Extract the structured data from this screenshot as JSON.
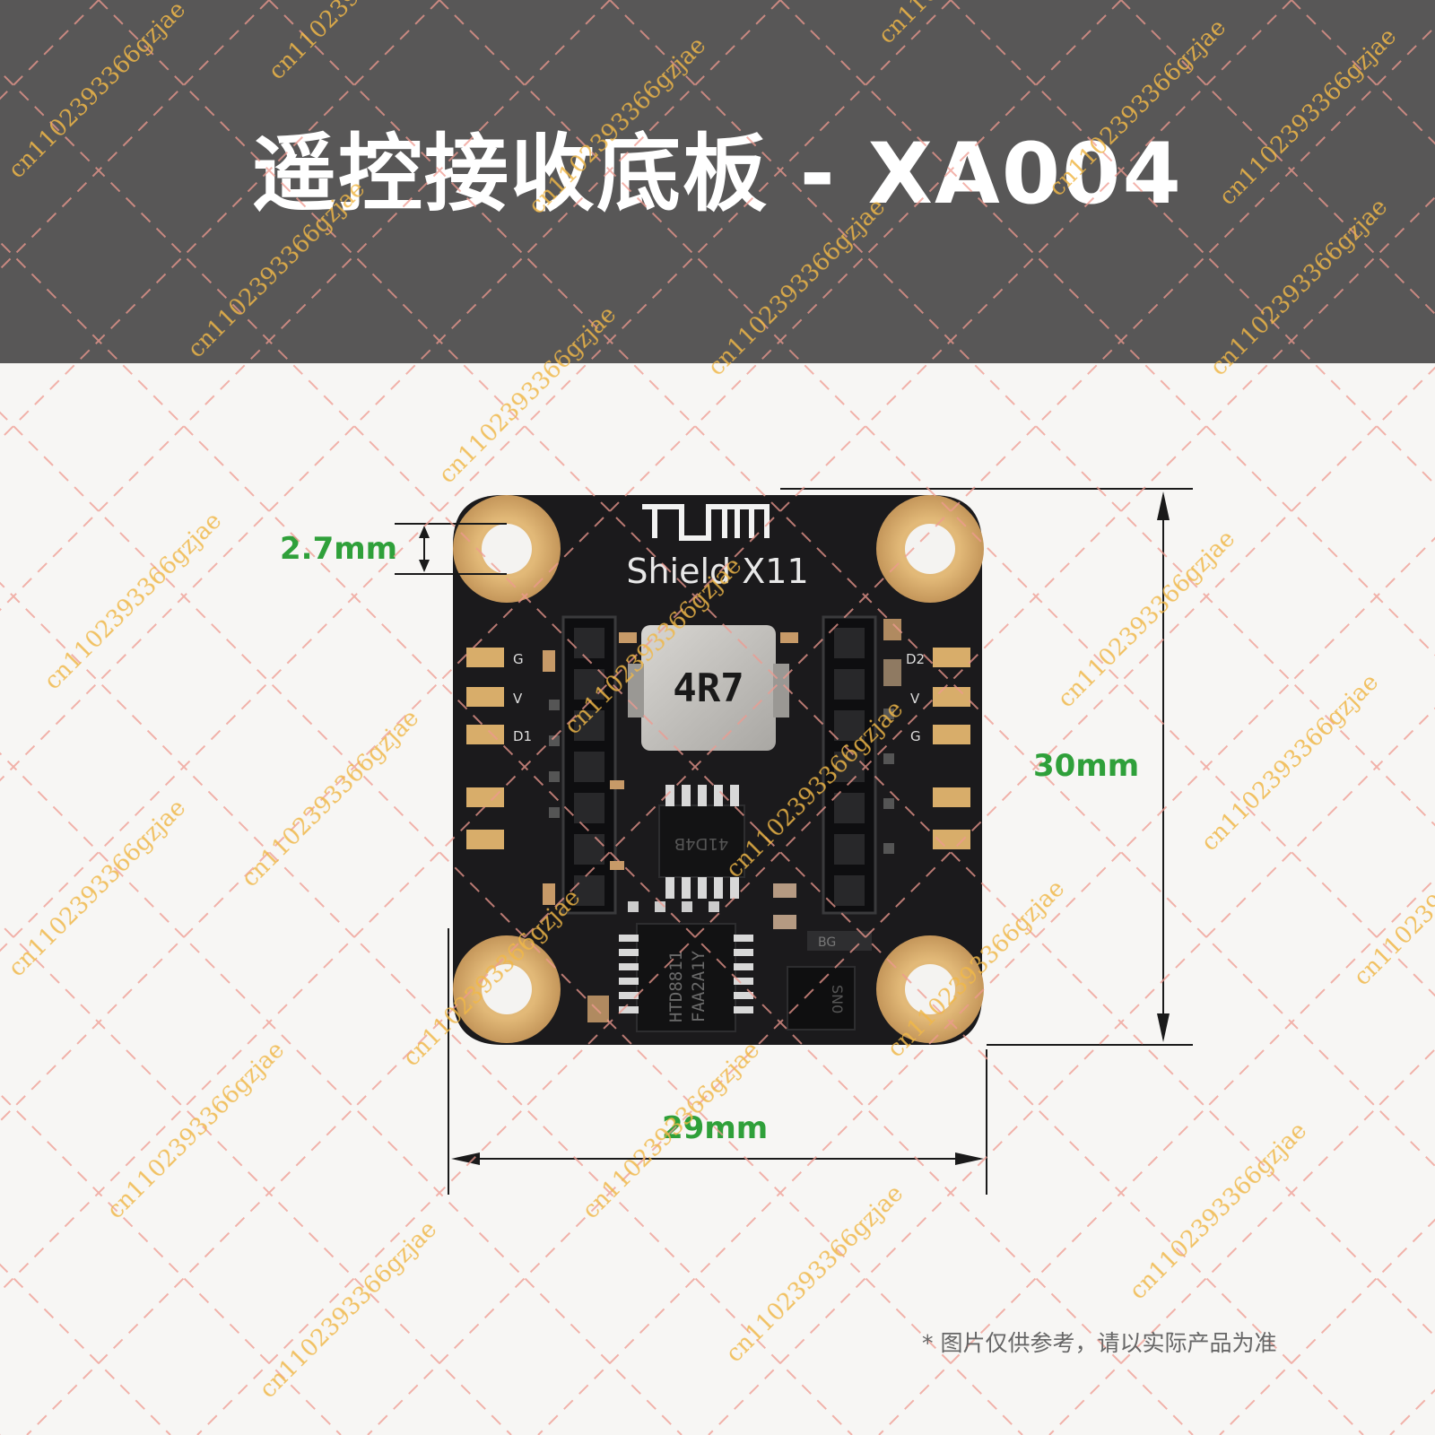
{
  "header": {
    "title": "遥控接收底板 - XA004"
  },
  "board": {
    "brand_logo": "TUM",
    "model_label": "Shield X11",
    "inductor_marking": "4R7",
    "driver_chip_marking_line1": "HTD8811",
    "driver_chip_marking_line2": "FAA2A1Y",
    "small_chip_marking": "41D4B",
    "sensor_chip_marking": "SN0",
    "left_pad_labels": [
      "G",
      "V",
      "D1"
    ],
    "right_pad_labels": [
      "D2",
      "V",
      "G"
    ],
    "right_header_small_label": "BG"
  },
  "dimensions": {
    "hole_diameter": "2.7mm",
    "height": "30mm",
    "width": "29mm"
  },
  "watermark": {
    "text": "cn1102393366gzjae"
  },
  "footnote": "* 图片仅供参考，请以实际产品为准",
  "colors": {
    "header_bg": "#585757",
    "page_bg": "#f7f6f4",
    "grid_line": "#ef9a90",
    "watermark": "#f0b848",
    "dimension_text": "#2fa03a",
    "pcb": "#1b1a1c",
    "gold_pad": "#d8ad6a"
  }
}
